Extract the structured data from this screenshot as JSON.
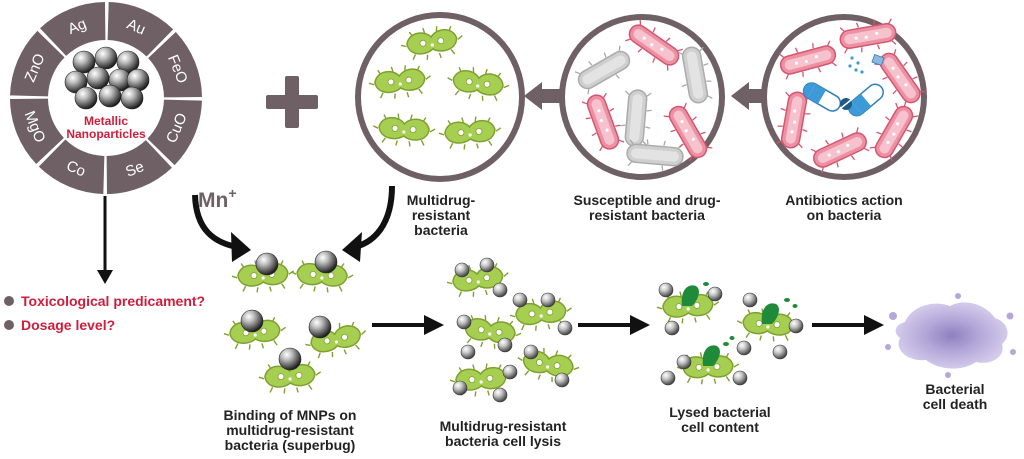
{
  "nanoparticle_ring": {
    "center_label": [
      "Metallic",
      "Nanoparticles"
    ],
    "segments": [
      "Ag",
      "Au",
      "FeO",
      "CuO",
      "Se",
      "Co",
      "MgO",
      "ZnO"
    ]
  },
  "ion_label": "Mn",
  "ion_superscript": "+",
  "top_labels": {
    "multidrug": [
      "Multidrug-",
      "resistant",
      "bacteria"
    ],
    "susceptible": [
      "Susceptible and drug-",
      "resistant bacteria"
    ],
    "antibiotics": [
      "Antibiotics action",
      "on bacteria"
    ]
  },
  "concerns": [
    "Toxicological predicament?",
    "Dosage level?"
  ],
  "bottom_labels": {
    "binding": [
      "Binding of MNPs on",
      "multidrug-resistant",
      "bacteria (superbug)"
    ],
    "lysis": [
      "Multidrug-resistant",
      "bacteria cell lysis"
    ],
    "lysed": [
      "Lysed bacterial",
      "cell content"
    ],
    "death": [
      "Bacterial",
      "cell death"
    ]
  },
  "colors": {
    "ring": "#6e6064",
    "accent_text": "#cf1d3b",
    "bacteria_green": "#a6cf52",
    "bacteria_pink": "#e57a90",
    "bacteria_grey": "#c8c8c8",
    "pill_blue": "#3d9ad6",
    "dead_cell": "#b4a7d9"
  }
}
